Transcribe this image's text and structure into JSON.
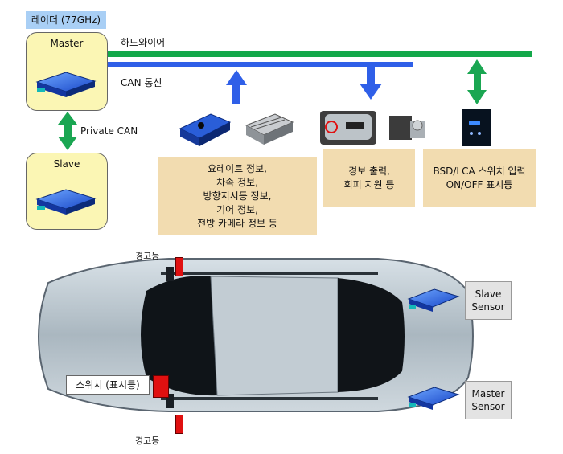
{
  "radar_badge": "레이더 (77GHz)",
  "master_unit": "Master",
  "slave_unit": "Slave",
  "hardwire": "하드와이어",
  "can_bus": "CAN 통신",
  "private_can": "Private CAN",
  "box_vehicle_info": [
    "요레이트 정보,",
    "차속 정보,",
    "방향지시등 정보,",
    "기어 정보,",
    "전방 카메라 정보 등"
  ],
  "box_warning": [
    "경보 출력,",
    "회피 지원 등"
  ],
  "box_switch": [
    "BSD/LCA 스위치 입력",
    "ON/OFF 표시등"
  ],
  "warning_lamp_top": "경고등",
  "warning_lamp_bottom": "경고등",
  "switch_label": "스위치 (표시등)",
  "slave_sensor": [
    "Slave",
    "Sensor"
  ],
  "master_sensor": [
    "Master",
    "Sensor"
  ],
  "colors": {
    "hardwire": "#13a84a",
    "can": "#2f5fe8",
    "private_can": "#1aa652",
    "badge": "#a9cff5",
    "unit_fill": "#fbf6b4",
    "info_box": "#f2dcb0",
    "lamp": "#e01010"
  }
}
